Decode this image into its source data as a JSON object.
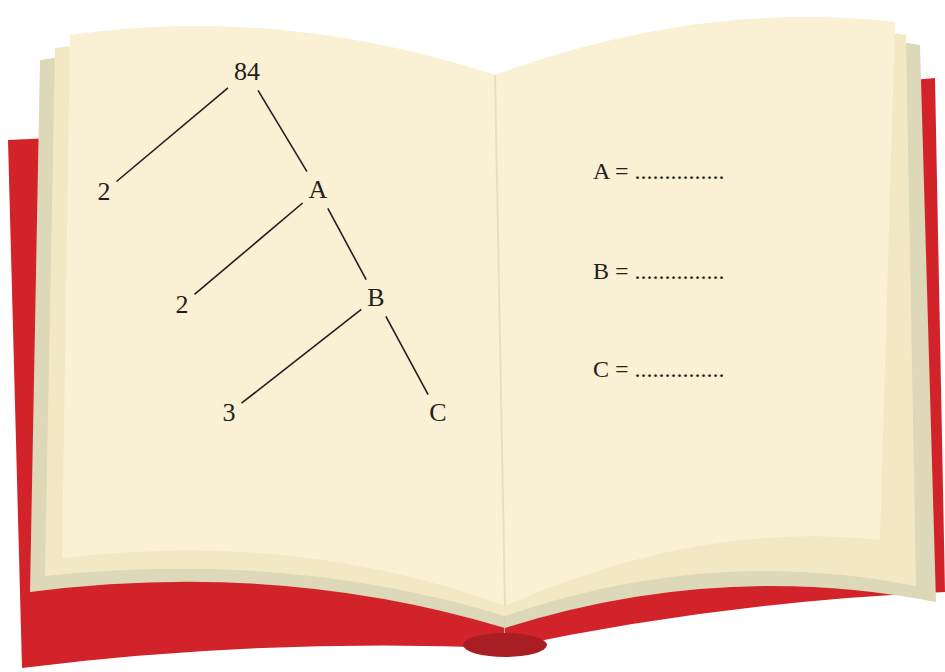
{
  "diagram": {
    "nodes": [
      {
        "text": [
          "84"
        ]
      },
      {
        "text": [
          "2"
        ]
      },
      {
        "text": [
          "A"
        ]
      },
      {
        "text": [
          "2"
        ]
      },
      {
        "text": [
          "B"
        ]
      },
      {
        "text": [
          "3"
        ]
      },
      {
        "text": [
          "C"
        ]
      }
    ],
    "edges": [
      {
        "from": 0,
        "to": 1,
        "arrow": "none"
      },
      {
        "from": 0,
        "to": 2,
        "arrow": "none"
      },
      {
        "from": 2,
        "to": 3,
        "arrow": "none"
      },
      {
        "from": 2,
        "to": 4,
        "arrow": "none"
      },
      {
        "from": 4,
        "to": 5,
        "arrow": "none"
      },
      {
        "from": 4,
        "to": 6,
        "arrow": "none"
      }
    ],
    "labels": [
      "A = ...............",
      "B = ...............",
      "C = ..............."
    ]
  }
}
